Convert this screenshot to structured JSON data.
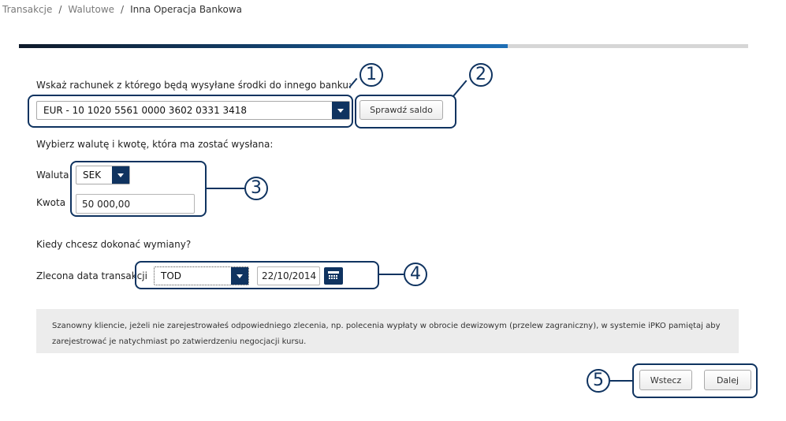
{
  "breadcrumb": {
    "items": [
      "Transakcje",
      "Walutowe"
    ],
    "current": "Inna Operacja Bankowa",
    "separator": "/"
  },
  "progress": {
    "fraction": 0.67
  },
  "account": {
    "label": "Wskaż rachunek z którego będą wysyłane środki do innego banku:",
    "selected": "EUR - 10 1020 5561 0000 3602 0331 3418",
    "check_balance_label": "Sprawdź saldo"
  },
  "currency_amount": {
    "label": "Wybierz walutę i kwotę, która ma zostać wysłana:",
    "currency_label": "Waluta",
    "currency_value": "SEK",
    "amount_label": "Kwota",
    "amount_value": "50 000,00"
  },
  "exchange": {
    "question": "Kiedy chcesz dokonać wymiany?",
    "date_label": "Zlecona data transakcji",
    "type_value": "TOD",
    "date_value": "22/10/2014"
  },
  "notice": {
    "line1": "Szanowny kliencie, jeżeli nie zarejestrowałeś odpowiedniego zlecenia, np. polecenia wypłaty w obrocie dewizowym (przelew zagraniczny), w systemie iPKO pamiętaj aby",
    "line2": "zarejestrować je natychmiast po zatwierdzeniu negocjacji kursu."
  },
  "nav": {
    "back_label": "Wstecz",
    "next_label": "Dalej"
  },
  "callouts": [
    "1",
    "2",
    "3",
    "4",
    "5"
  ],
  "colors": {
    "accent": "#0f3360",
    "notice_bg": "#ececec",
    "progress_track": "#d6d6d6"
  }
}
